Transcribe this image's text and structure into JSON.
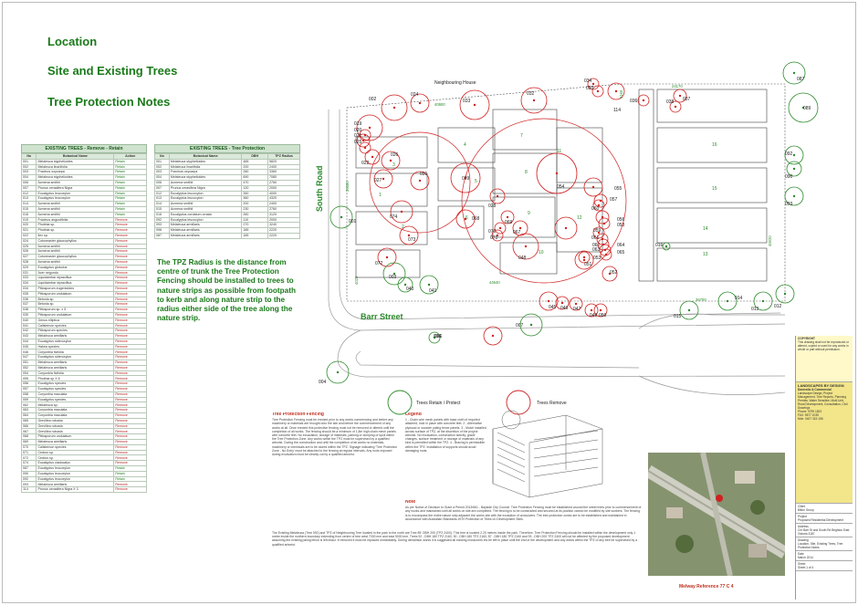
{
  "headings": {
    "location": "Location",
    "site": "Site and Existing Trees",
    "tpn": "Tree Protection Notes"
  },
  "remove_table": {
    "caption": "EXISTING TREES - Remove - Retain",
    "headers": [
      "No",
      "Botanical Name",
      "Action"
    ],
    "rows": [
      [
        "001",
        "Melaleuca styphelioides",
        "Retain"
      ],
      [
        "002",
        "Melaleuca linariifolia",
        "Retain"
      ],
      [
        "003",
        "Fraxinus oxycarpa",
        "Retain"
      ],
      [
        "004",
        "Melaleuca styphelioides",
        "Retain"
      ],
      [
        "006",
        "Acmena smithii",
        "Retain"
      ],
      [
        "007",
        "Prunus cerasifera Nigra",
        "Retain"
      ],
      [
        "012",
        "Eucalyptus leucoxylon",
        "Retain"
      ],
      [
        "013",
        "Eucalyptus leucoxylon",
        "Retain"
      ],
      [
        "014",
        "Acmena smithii",
        "Retain"
      ],
      [
        "015",
        "Acmena smithii",
        "Retain"
      ],
      [
        "016",
        "Acmena smithii",
        "Retain"
      ],
      [
        "019",
        "Fraxinus angustifolia",
        "Remove"
      ],
      [
        "020",
        "Photinia sp.",
        "Remove"
      ],
      [
        "021",
        "Photinia sp.",
        "Remove"
      ],
      [
        "022",
        "Ilex sp.",
        "Remove"
      ],
      [
        "024",
        "Cotoneaster glaucophyllus",
        "Remove"
      ],
      [
        "025",
        "Acmena smithii",
        "Remove"
      ],
      [
        "026",
        "Acmena smithii",
        "Remove"
      ],
      [
        "027",
        "Cotoneaster glaucophyllus",
        "Remove"
      ],
      [
        "028",
        "Acmena smithii",
        "Remove"
      ],
      [
        "029",
        "Eucalyptus globulus",
        "Remove"
      ],
      [
        "031",
        "Acer negundo",
        "Remove"
      ],
      [
        "033",
        "Liquidambar styraciflua",
        "Remove"
      ],
      [
        "034",
        "Liquidambar styraciflua",
        "Remove"
      ],
      [
        "034",
        "Pittosporum eugenioides",
        "Remove"
      ],
      [
        "035",
        "Pittosporum undulatum",
        "Remove"
      ],
      [
        "036",
        "Betonia sp.",
        "Remove"
      ],
      [
        "037",
        "Betonia sp.",
        "Remove"
      ],
      [
        "038",
        "Pittosporum sp. x 5",
        "Remove"
      ],
      [
        "039",
        "Pittosporum undulatum",
        "Remove"
      ],
      [
        "040",
        "Genus elliptica",
        "Remove"
      ],
      [
        "041",
        "Calistemon species",
        "Remove"
      ],
      [
        "042",
        "Pittosporum species",
        "Remove"
      ],
      [
        "043",
        "Melaleuca armillaris",
        "Remove"
      ],
      [
        "044",
        "Eucalyptus sideroxylon",
        "Remove"
      ],
      [
        "045",
        "Hakea species",
        "Remove"
      ],
      [
        "046",
        "Coryonbia ficifolia",
        "Remove"
      ],
      [
        "047",
        "Eucalyptus sideroxylon",
        "Remove"
      ],
      [
        "051",
        "Melaleuca armillaris",
        "Remove"
      ],
      [
        "052",
        "Melaleuca armillaris",
        "Remove"
      ],
      [
        "054",
        "Coryonbia ficifolia",
        "Remove"
      ],
      [
        "055",
        "Photinia sp X 6",
        "Remove"
      ],
      [
        "056",
        "Eucalyptus species",
        "Remove"
      ],
      [
        "057",
        "Eucalyptus species",
        "Remove"
      ],
      [
        "058",
        "Coryonbia maculata",
        "Remove"
      ],
      [
        "059",
        "Eucalyptus species",
        "Remove"
      ],
      [
        "062",
        "Melaleuca sp.",
        "Remove"
      ],
      [
        "063",
        "Coryonbia maculata",
        "Remove"
      ],
      [
        "064",
        "Coryonbia maculata",
        "Remove"
      ],
      [
        "065",
        "Grevillea robusta",
        "Remove"
      ],
      [
        "066",
        "Grevillea robusta",
        "Remove"
      ],
      [
        "067",
        "Grevillea robusta",
        "Remove"
      ],
      [
        "068",
        "Pittosporum undulatum",
        "Remove"
      ],
      [
        "069",
        "Melaleuca armillaris",
        "Remove"
      ],
      [
        "070",
        "Calistemon species",
        "Remove"
      ],
      [
        "071",
        "Cedrus sp.",
        "Remove"
      ],
      [
        "072",
        "Cedrus sp.",
        "Remove"
      ],
      [
        "074",
        "Eucalyptus cladocalyx",
        "Remove"
      ],
      [
        "087",
        "Eucalyptus leucoxylon",
        "Retain"
      ],
      [
        "090",
        "Eucalyptus leucoxylon",
        "Retain"
      ],
      [
        "092",
        "Eucalyptus leucoxylon",
        "Retain"
      ],
      [
        "093",
        "Melaleuca armillaris",
        "Remove"
      ],
      [
        "114",
        "Prunus cerasifera Nigra X 3",
        "Remove"
      ]
    ]
  },
  "tpz_table": {
    "caption": "EXISTING TREES - Tree Protection",
    "headers": [
      "No",
      "Botanical Name",
      "DBH",
      "TPZ Radius"
    ],
    "rows": [
      [
        "001",
        "Melaleuca styphelioides",
        "485",
        "5820"
      ],
      [
        "002",
        "Melaleuca linariifolia",
        "200",
        "2400"
      ],
      [
        "003",
        "Fraxinus oxycarpa",
        "280",
        "3360"
      ],
      [
        "004",
        "Melaleuca styphelioides",
        "690",
        "7080"
      ],
      [
        "006",
        "Acmena smithii",
        "470",
        "2760"
      ],
      [
        "007",
        "Prunus cerasifera Nigra",
        "120",
        "2000"
      ],
      [
        "012",
        "Eucalyptus leucoxylon",
        "350",
        "4000"
      ],
      [
        "013",
        "Eucalyptus leucoxylon",
        "360",
        "4320"
      ],
      [
        "014",
        "Acmena smithii",
        "200",
        "2400"
      ],
      [
        "015",
        "Acmena smithii",
        "230",
        "2760"
      ],
      [
        "016",
        "Eucalyptus cordatum ornata",
        "260",
        "3120"
      ],
      [
        "092",
        "Eucalyptus leucoxylon",
        "110",
        "2000"
      ],
      [
        "093",
        "Melaleuca armillaris",
        "270",
        "3240"
      ],
      [
        "098",
        "Melaleuca armillaris",
        "185",
        "2220"
      ],
      [
        "087",
        "Melaleuca armillaris",
        "185",
        "2220"
      ]
    ]
  },
  "tpz_note": "The TPZ Radius is the distance from centre of trunk the Tree Protection Fencing should be installed to trees to nature strips as possible from footpath to kerb and along nature strip to the radius either side of the tree along the nature strip.",
  "plan": {
    "neighbouring_house": "Neighbouring House",
    "south_road": "South Road",
    "barr_street": "Barr Street",
    "legend_retain": "Trees Retain / Protect",
    "legend_remove": "Trees Remove",
    "dims": [
      "40900",
      "24170",
      "44540",
      "36700",
      "40020",
      "39300",
      "5160",
      "4020"
    ],
    "tree_labels": {
      "t002": "002",
      "t024": "024",
      "t033": "033",
      "t032": "032",
      "t114": "114",
      "t034": "034",
      "t035": "035",
      "t036": "036",
      "t037": "037",
      "t038": "038",
      "t019": "019",
      "t020": "020",
      "t021": "021",
      "t025": "025",
      "t022": "022",
      "t026": "026",
      "t027": "027",
      "t031": "031",
      "t029": "029",
      "t028": "028",
      "t068": "068",
      "t069": "069",
      "t070": "070",
      "t071": "071",
      "t074": "074",
      "t073": "073",
      "t072": "072",
      "t003": "003",
      "t040": "040",
      "t041": "041",
      "t045": "045",
      "t046": "046",
      "t047": "047",
      "t049": "049",
      "t050": "050",
      "t048": "048",
      "t051": "051",
      "t052": "052",
      "t053": "053",
      "t054": "054",
      "t055": "055",
      "t056": "056",
      "t057": "057",
      "t058": "058",
      "t059": "059",
      "t060": "060",
      "t061": "061",
      "t062": "062",
      "t063": "063",
      "t064": "064",
      "t065": "065",
      "t066": "066",
      "t067": "067",
      "t007": "007",
      "t006": "006",
      "t004": "004",
      "t001": "001",
      "t015": "015",
      "t014": "014",
      "t013": "013",
      "t012": "012",
      "t016": "016",
      "t087": "087",
      "t089": "089",
      "t090": "090",
      "t092": "092",
      "t093": "093"
    },
    "units": [
      "1",
      "2",
      "3",
      "4",
      "5",
      "6",
      "7",
      "8",
      "9",
      "10",
      "11",
      "12",
      "13",
      "14",
      "15",
      "16"
    ]
  },
  "fencing_notes": {
    "heading": "Tree Protection Fencing",
    "body": "Tree Protection Fencing must be erected prior to any works commencing and before any machinery or materials are brought onto the site and before the commencement of any works at all. Once erected this protective fencing must not be removed or altered until the completion of all works. The fencing should be a minimum of 1.8m high chain mesh panels with concrete feet. No excavation, storage of materials, parking or dumping of spoil within the Tree Protection Zone. Any works within the TPZ must be supervised by a qualified arborist. During the construction and until the completion of all works no materials, machinery or chemicals are to be stored within the TPZ. Signage indicating 'Tree Protection Zone - No Entry' must be attached to the fencing at regular intervals. Any roots exposed during excavation must be cleanly cut by a qualified arborist."
  },
  "legend_notes": {
    "heading": "Legend",
    "body": "1 - Chain wire mesh panels with base cloth of required attached, hold in place with concrete feet. 2 - Alternative plywood or wooden paling fence panels. 3 - Mulch installed across surface of TPZ, at the discretion of the project arborist. No excavation, construction activity, grade changes, surface treatment or storage of materials of any kind is permitted within the TPZ. 4 - Bracing is permissible within the TPZ. Installation of supports should avoid damaging roots."
  },
  "note_block": {
    "heading": "Note",
    "body": "As per Notice of Decision to Grant a Permit 2013/661 - Bayside City Council. Tree Protection Fencing must be established around the street trees prior to commencement of any works and maintained until all works on site are completed. The fencing is to be constructed and secured at its position cannot be modified by site workers. The fencing is to encompass the entire nature strip adjacent the works site with the exception of crossovers. The tree protection zones are to be established and maintained in accordance with Australian Standards 4970 Protection of Trees on Development Sites."
  },
  "bottom_notes": {
    "body": "The Existing Melaleuca (Tree 092) and TPZ of Neighbouring Tree located in the park to the north are Tree 89: DBH 200 (TPZ 2400). This tree is located 2.20 metres inside the park. Therefore, Tree Protection Fencing should be installed within the development only 1 metre inside the northern boundary extending from centre of tree west 7000 mm and east 5000 mm. Trees 92 - DBH 180 TPZ 2160, 90 - DBH 180 TPZ 2160, 87 - DBH 180 TPZ 2160 and 93 - DBH 200 TPZ 2400 will not be affected by the proposed development assuming the existing paling fence is left intact. If removed it must be replaced immediately. During demolition works it is suggested all existing crossovers etc be left in place until the end of the development and any works within the TPZ of any tree be supervised by a qualified arborist."
  },
  "melway": "Melway Reference 77 C 4",
  "title_block": {
    "copyright": "COPYRIGHT",
    "copyright_text": "This drawing shall not be reproduced or altered, copied or used for any works in whole or part without permission.",
    "company": "LANDSCAPES BY DESIGN",
    "company_sub": "Domestic & Commercial",
    "services": "Landscape Design, Project Management, Tree Reports, Planning Permits, Water Sensitive, Multi Unit, Rural Development, Consultation, Civil Drawings",
    "phone": "Phone: 9799 1823",
    "fax": "FAX: 9877 1035",
    "mob": "Mob: 0407 315 158",
    "client_label": "Client",
    "client": "Bilton Group",
    "project_label": "Project",
    "project": "Proposed Residential Development",
    "address_label": "Address",
    "address": "Cnr Barr St and South Rd Brighton East Victoria 3187",
    "drawing_label": "Drawing",
    "drawing": "Location, Site, Existing Trees, Tree Protection Notes",
    "date_label": "Date",
    "date": "March 2014",
    "sheet_label": "Sheet",
    "sheet": "Sheet 1 of 4"
  },
  "colors": {
    "heading_green": "#1a7a1a",
    "retain_circle": "#2a8a2a",
    "remove_circle": "#d02020",
    "title_block_yellow": "#f2e58a"
  }
}
